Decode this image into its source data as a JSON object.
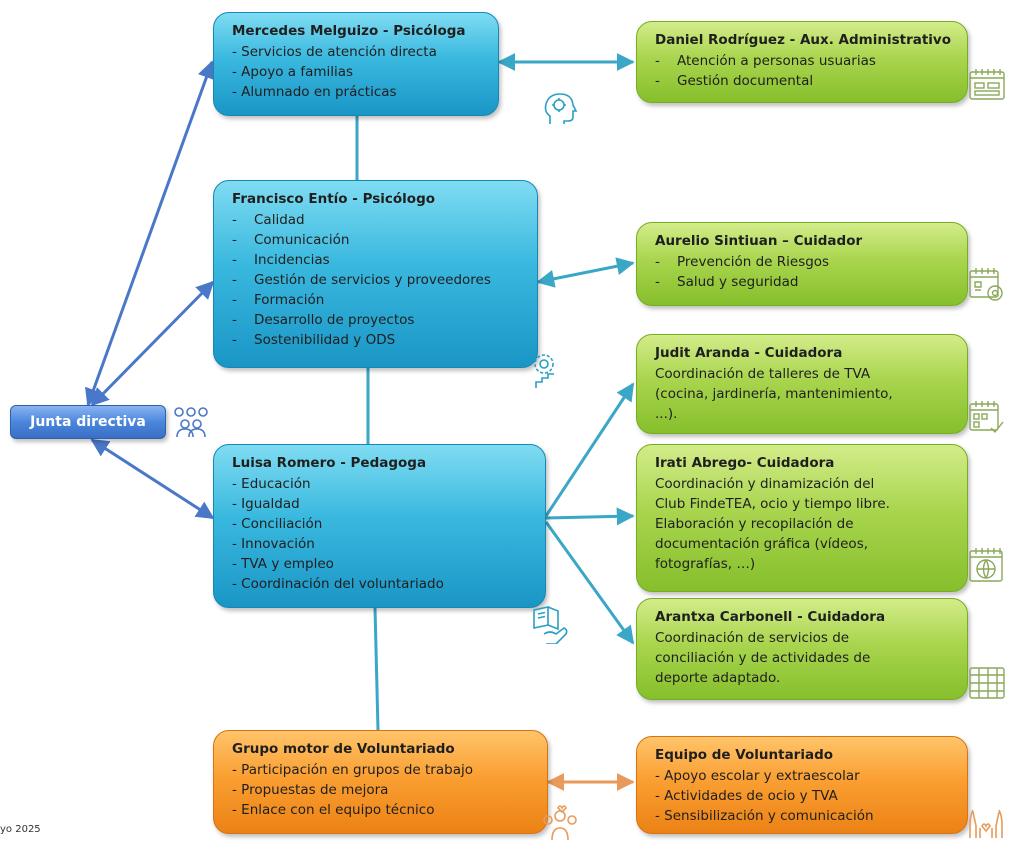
{
  "root": {
    "label": "Junta directiva",
    "icon": "people-group-icon"
  },
  "footer": "yo 2025",
  "boxes": {
    "mercedes": {
      "title": "Mercedes Melguizo - Psicóloga",
      "items": [
        "Servicios de atención directa",
        "Apoyo a familias",
        "Alumnado en prácticas"
      ],
      "icon": "head-profile-icon"
    },
    "francisco": {
      "title": "Francisco Entío - Psicólogo",
      "items": [
        "Calidad",
        "Comunicación",
        "Incidencias",
        "Gestión de servicios y proveedores",
        "Formación",
        "Desarrollo de proyectos",
        "Sostenibilidad y ODS"
      ],
      "icon": "brain-stairs-icon"
    },
    "luisa": {
      "title": "Luisa Romero - Pedagoga",
      "items": [
        "Educación",
        "Igualdad",
        "Conciliación",
        "Innovación",
        "TVA y empleo",
        "Coordinación del voluntariado"
      ],
      "icon": "book-hand-icon"
    },
    "grupo": {
      "title": "Grupo motor de Voluntariado",
      "items": [
        "Participación en grupos de trabajo",
        "Propuestas de mejora",
        "Enlace con el equipo técnico"
      ],
      "icon": "group-hearts-icon"
    },
    "daniel": {
      "title": "Daniel Rodríguez -  Aux. Administrativo",
      "items": [
        "Atención a personas usuarias",
        "Gestión documental"
      ],
      "icon": "calendar-icon"
    },
    "aurelio": {
      "title": "Aurelio Sintiuan – Cuidador",
      "items": [
        "Prevención de Riesgos",
        "Salud y seguridad"
      ],
      "icon": "calendar-gear-icon"
    },
    "judit": {
      "title": "Judit Aranda - Cuidadora",
      "lines": [
        "Coordinación de talleres de TVA",
        "(cocina, jardinería, mantenimiento,",
        "...)."
      ],
      "icon": "calendar-check-icon"
    },
    "irati": {
      "title": "Irati Abrego- Cuidadora",
      "lines": [
        "Coordinación y dinamización del",
        "Club FindeTEA,  ocio y tiempo libre.",
        "Elaboración y recopilación de",
        "documentación gráfica (vídeos,",
        "fotografías, …)"
      ],
      "icon": "calendar-globe-icon"
    },
    "arantxa": {
      "title": "Arantxa Carbonell - Cuidadora",
      "lines": [
        "Coordinación de servicios de",
        "conciliación y de actividades de",
        "deporte adaptado."
      ],
      "icon": "table-grid-icon"
    },
    "equipo": {
      "title": "Equipo de Voluntariado",
      "items": [
        "Apoyo escolar y extraescolar",
        "Actividades de ocio y TVA",
        "Sensibilización y comunicación"
      ],
      "icon": "raised-hands-icon"
    }
  }
}
